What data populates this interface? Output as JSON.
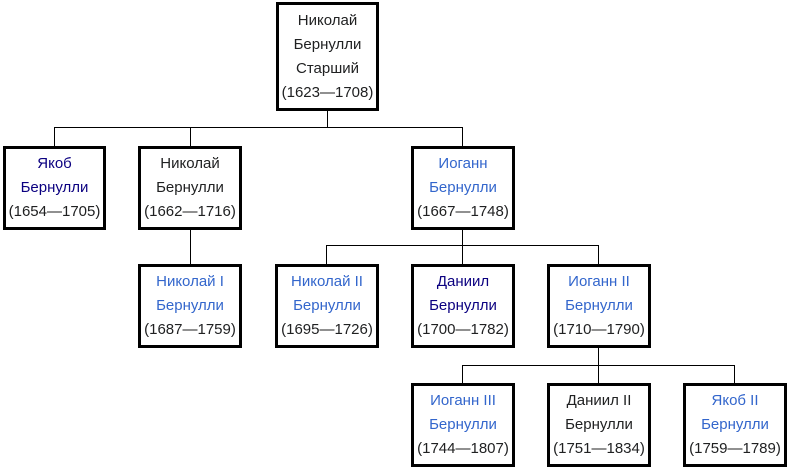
{
  "root": {
    "lines": [
      "Николай",
      "Бернулли",
      "Старший"
    ],
    "years": "(1623—1708)",
    "style": "plain"
  },
  "gen2": [
    {
      "lines": [
        "Якоб",
        "Бернулли"
      ],
      "years": "(1654—1705)",
      "style": "visited"
    },
    {
      "lines": [
        "Николай",
        "Бернулли"
      ],
      "years": "(1662—1716)",
      "style": "plain"
    },
    {
      "lines": [
        "Иоганн",
        "Бернулли"
      ],
      "years": "(1667—1748)",
      "style": "link"
    }
  ],
  "gen3": [
    {
      "lines": [
        "Николай I",
        "Бернулли"
      ],
      "years": "(1687—1759)",
      "style": "link"
    },
    {
      "lines": [
        "Николай II",
        "Бернулли"
      ],
      "years": "(1695—1726)",
      "style": "link"
    },
    {
      "lines": [
        "Даниил",
        "Бернулли"
      ],
      "years": "(1700—1782)",
      "style": "visited"
    },
    {
      "lines": [
        "Иоганн II",
        "Бернулли"
      ],
      "years": "(1710—1790)",
      "style": "link"
    }
  ],
  "gen4": [
    {
      "lines": [
        "Иоганн III",
        "Бернулли"
      ],
      "years": "(1744—1807)",
      "style": "link"
    },
    {
      "lines": [
        "Даниил II",
        "Бернулли"
      ],
      "years": "(1751—1834)",
      "style": "plain"
    },
    {
      "lines": [
        "Якоб II",
        "Бернулли"
      ],
      "years": "(1759—1789)",
      "style": "link"
    }
  ],
  "colors": {
    "link": "#3366cc",
    "visited": "#0b0080",
    "border": "#000000"
  }
}
